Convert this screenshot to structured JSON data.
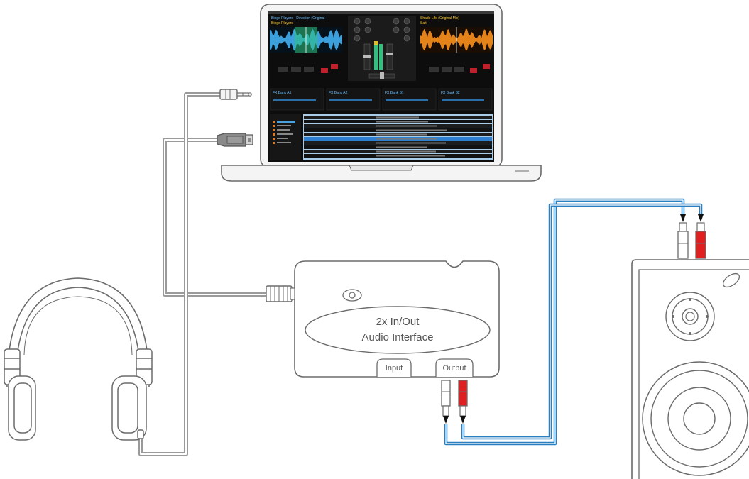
{
  "interface": {
    "title_line1": "2x In/Out",
    "title_line2": "Audio Interface",
    "input_label": "Input",
    "output_label": "Output"
  },
  "laptop_screen": {
    "deck_left_title": "Bingo Players - Devotion (Original",
    "deck_left_artist": "Bingo Players",
    "deck_right_title": "Shade Life (Original Mix)",
    "deck_right_artist": "Salt",
    "fx_slots": [
      "FX Bank A1",
      "FX Bank A2",
      "FX Bank B1",
      "FX Bank B2"
    ]
  },
  "colors": {
    "cable_gray": "#9a9a9a",
    "cable_blue": "#2a7fc0",
    "rca_red": "#e02020",
    "outline": "#6b6b6b",
    "waveform_left": "#3fa9e8",
    "waveform_right": "#f08a1c",
    "screen_bg": "#0d0d0d"
  },
  "icons": [
    "headphones-icon",
    "speaker-icon",
    "laptop-icon",
    "usb-plug-icon",
    "jack-plug-icon",
    "rca-plug-icon"
  ]
}
